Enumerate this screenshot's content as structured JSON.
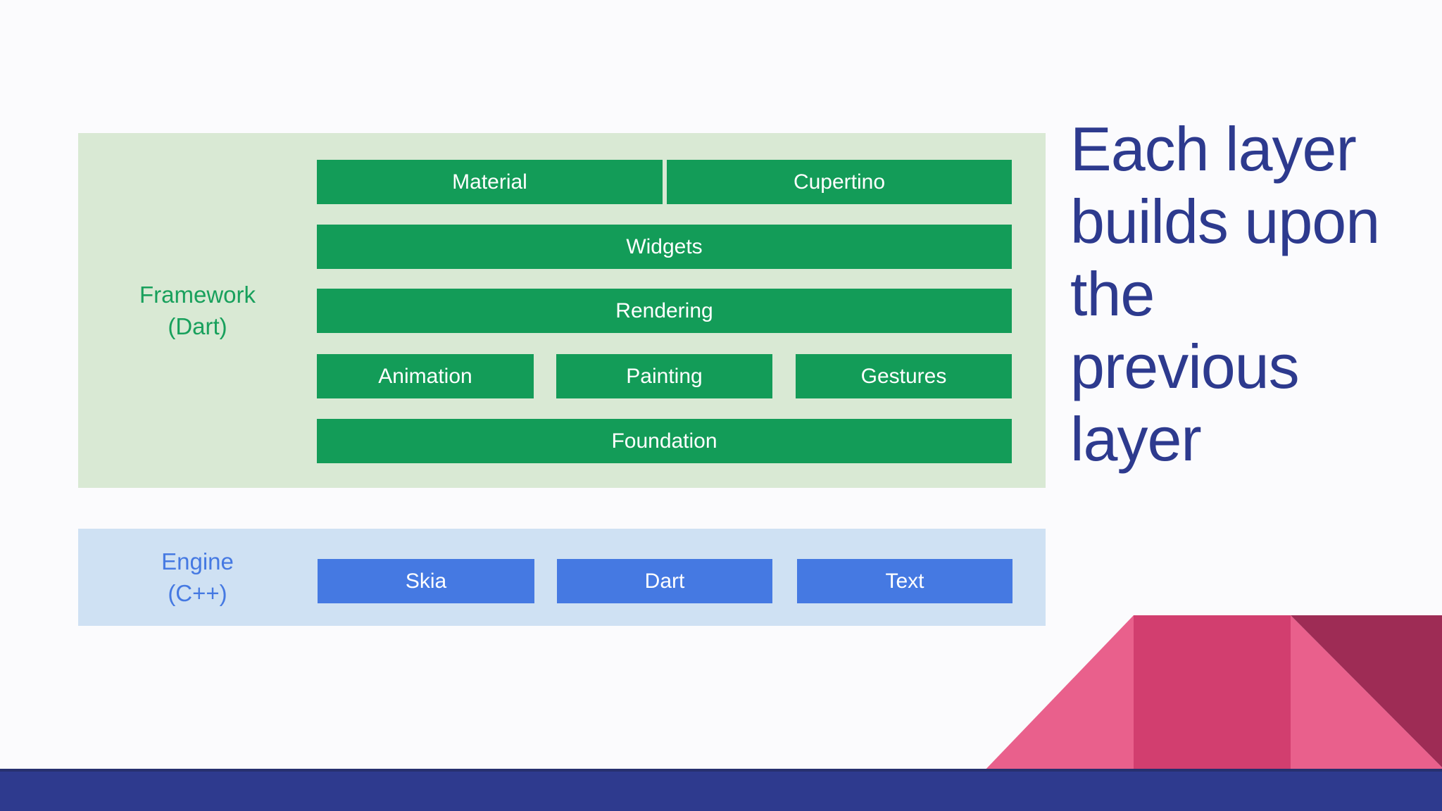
{
  "headline": {
    "text": "Each layer\nbuilds upon\nthe\nprevious\nlayer"
  },
  "framework": {
    "label": "Framework\n(Dart)",
    "bars": {
      "material": "Material",
      "cupertino": "Cupertino",
      "widgets": "Widgets",
      "rendering": "Rendering",
      "animation": "Animation",
      "painting": "Painting",
      "gestures": "Gestures",
      "foundation": "Foundation"
    }
  },
  "engine": {
    "label": "Engine\n(C++)",
    "bars": {
      "skia": "Skia",
      "dart": "Dart",
      "text": "Text"
    }
  },
  "colors": {
    "page_bg": "#fbfbfd",
    "framework_panel_bg": "#d9e9d4",
    "framework_bar": "#139c58",
    "framework_label_text": "#18a05c",
    "engine_panel_bg": "#cfe1f3",
    "engine_bar": "#4579e2",
    "engine_label_text": "#4579e2",
    "bar_text": "#ffffff",
    "headline_text": "#2d3a8e",
    "footer_bar": "#2e3a8e",
    "footer_bar_edge": "#27306f",
    "pink_light": "#e9608c",
    "pink_mid": "#d23e6f",
    "maroon": "#9e2c55"
  }
}
